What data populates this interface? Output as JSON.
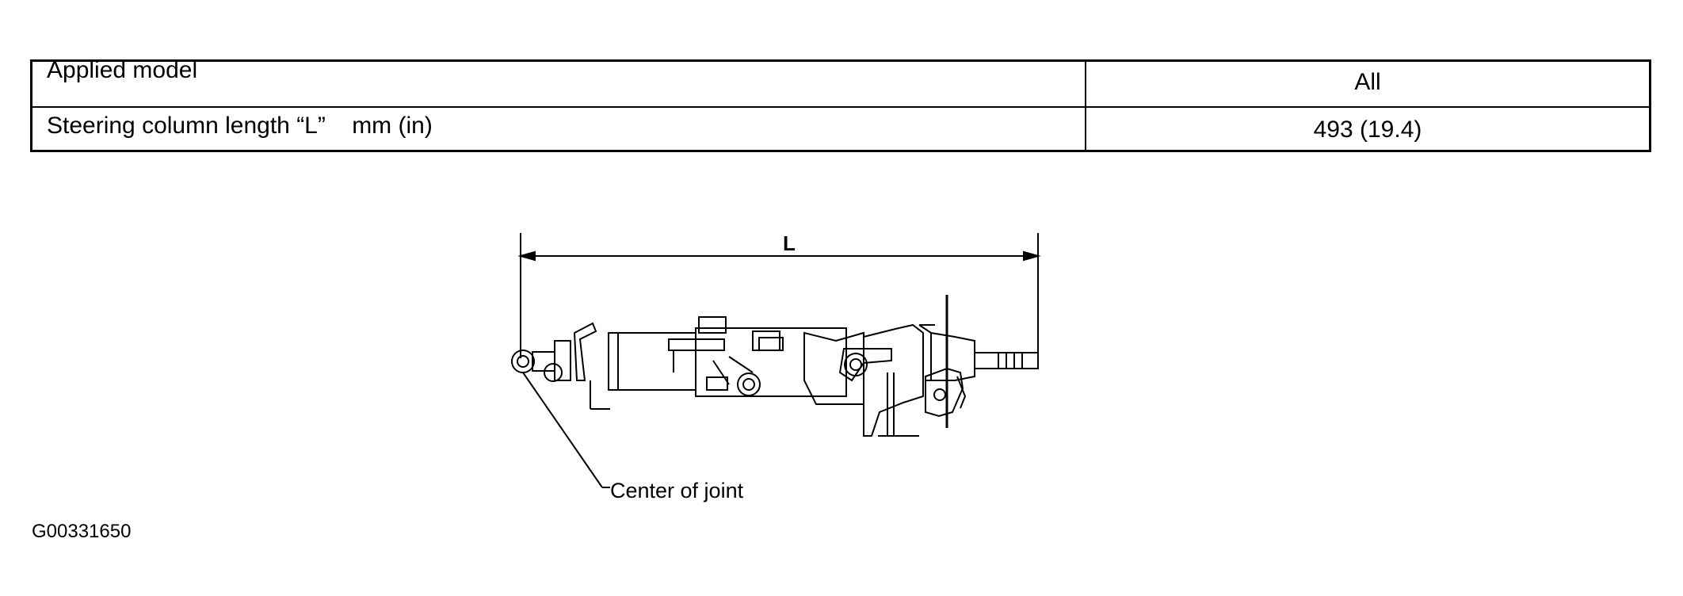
{
  "spec_table": {
    "rows": [
      {
        "label": "Applied model",
        "value": "All"
      },
      {
        "label": "Steering column length “L”    mm (in)",
        "value": "493 (19.4)"
      }
    ]
  },
  "figure": {
    "dimension_label": "L",
    "callout": "Center of joint",
    "figure_id": "G00331650"
  }
}
